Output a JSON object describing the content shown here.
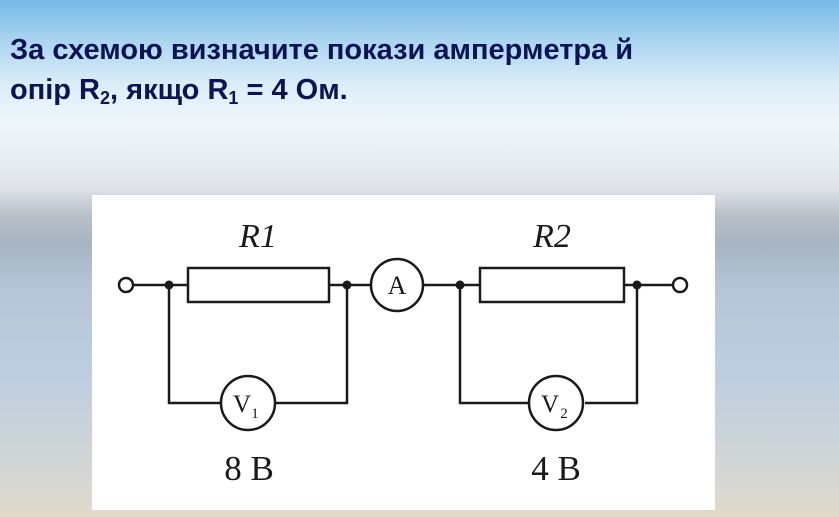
{
  "question": {
    "line1": "За схемою  визначите покази амперметра й",
    "line2_prefix": "опір R",
    "r2_sub": "2",
    "line2_mid": ", якщо R",
    "r1_sub": "1",
    "line2_suffix": " = 4 Ом."
  },
  "circuit": {
    "r1_label": "R1",
    "r2_label": "R2",
    "ammeter_label": "A",
    "v1_letter": "V",
    "v1_sub": "1",
    "v2_letter": "V",
    "v2_sub": "2",
    "v1_reading": "8 В",
    "v2_reading": "4 В"
  }
}
